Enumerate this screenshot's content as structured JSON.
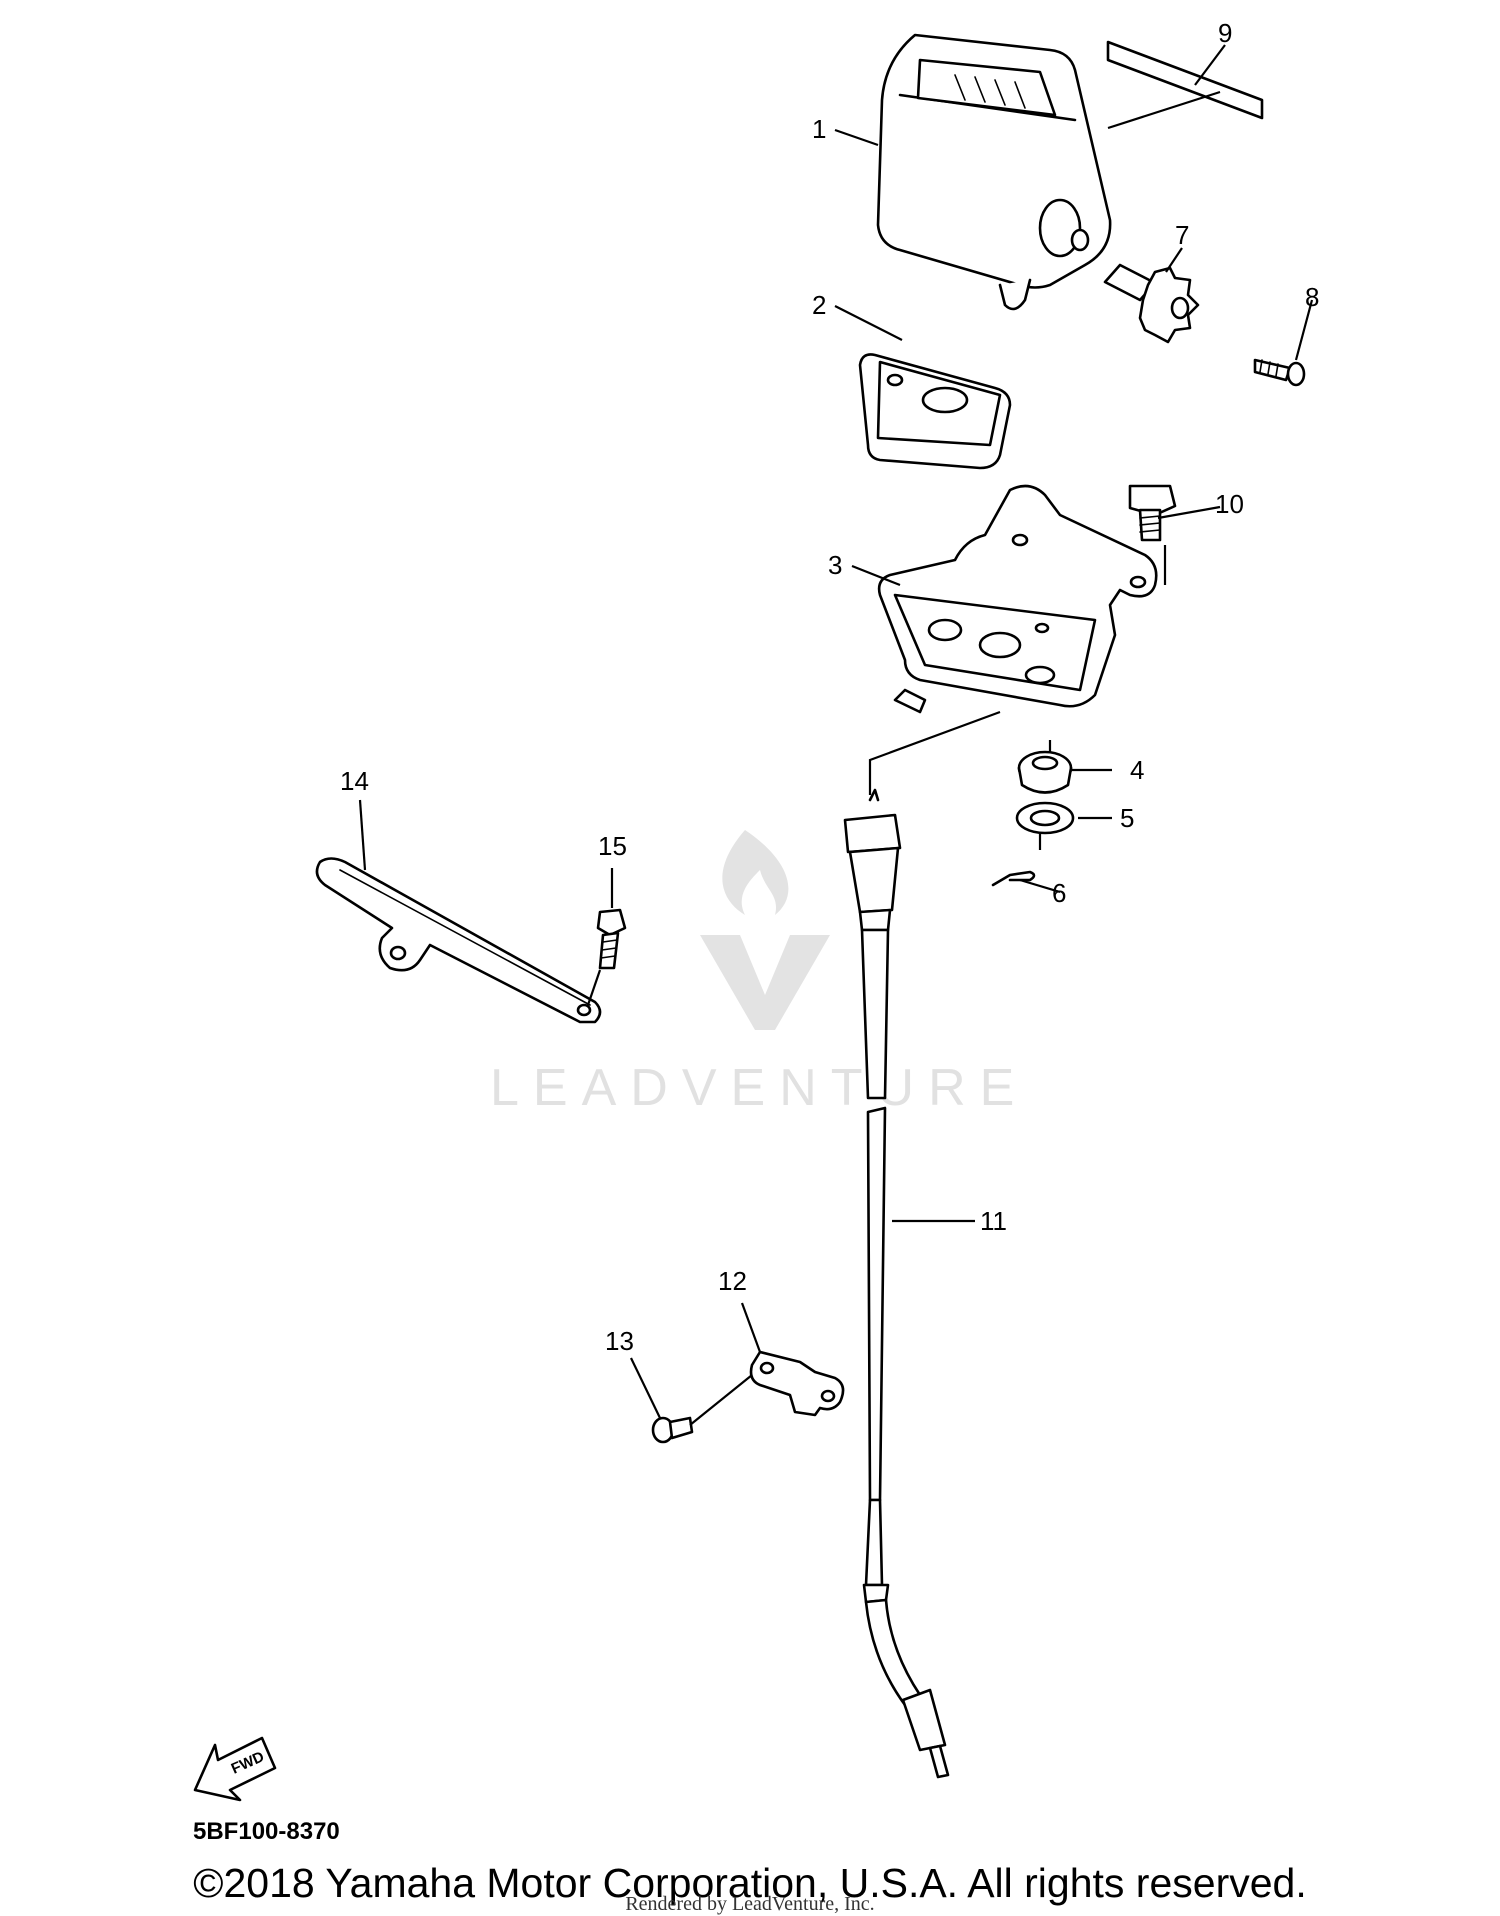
{
  "parts": [
    {
      "number": "1"
    },
    {
      "number": "2"
    },
    {
      "number": "3"
    },
    {
      "number": "4"
    },
    {
      "number": "5"
    },
    {
      "number": "6"
    },
    {
      "number": "7"
    },
    {
      "number": "8"
    },
    {
      "number": "9"
    },
    {
      "number": "10"
    },
    {
      "number": "11"
    },
    {
      "number": "12"
    },
    {
      "number": "13"
    },
    {
      "number": "14"
    },
    {
      "number": "15"
    }
  ],
  "fwd_arrow_label": "FWD",
  "diagram_code": "5BF100-8370",
  "watermark": "LEADVENTURE",
  "copyright": "©2018 Yamaha Motor Corporation, U.S.A. All rights reserved.",
  "rendered_by": "Rendered by LeadVenture, Inc."
}
